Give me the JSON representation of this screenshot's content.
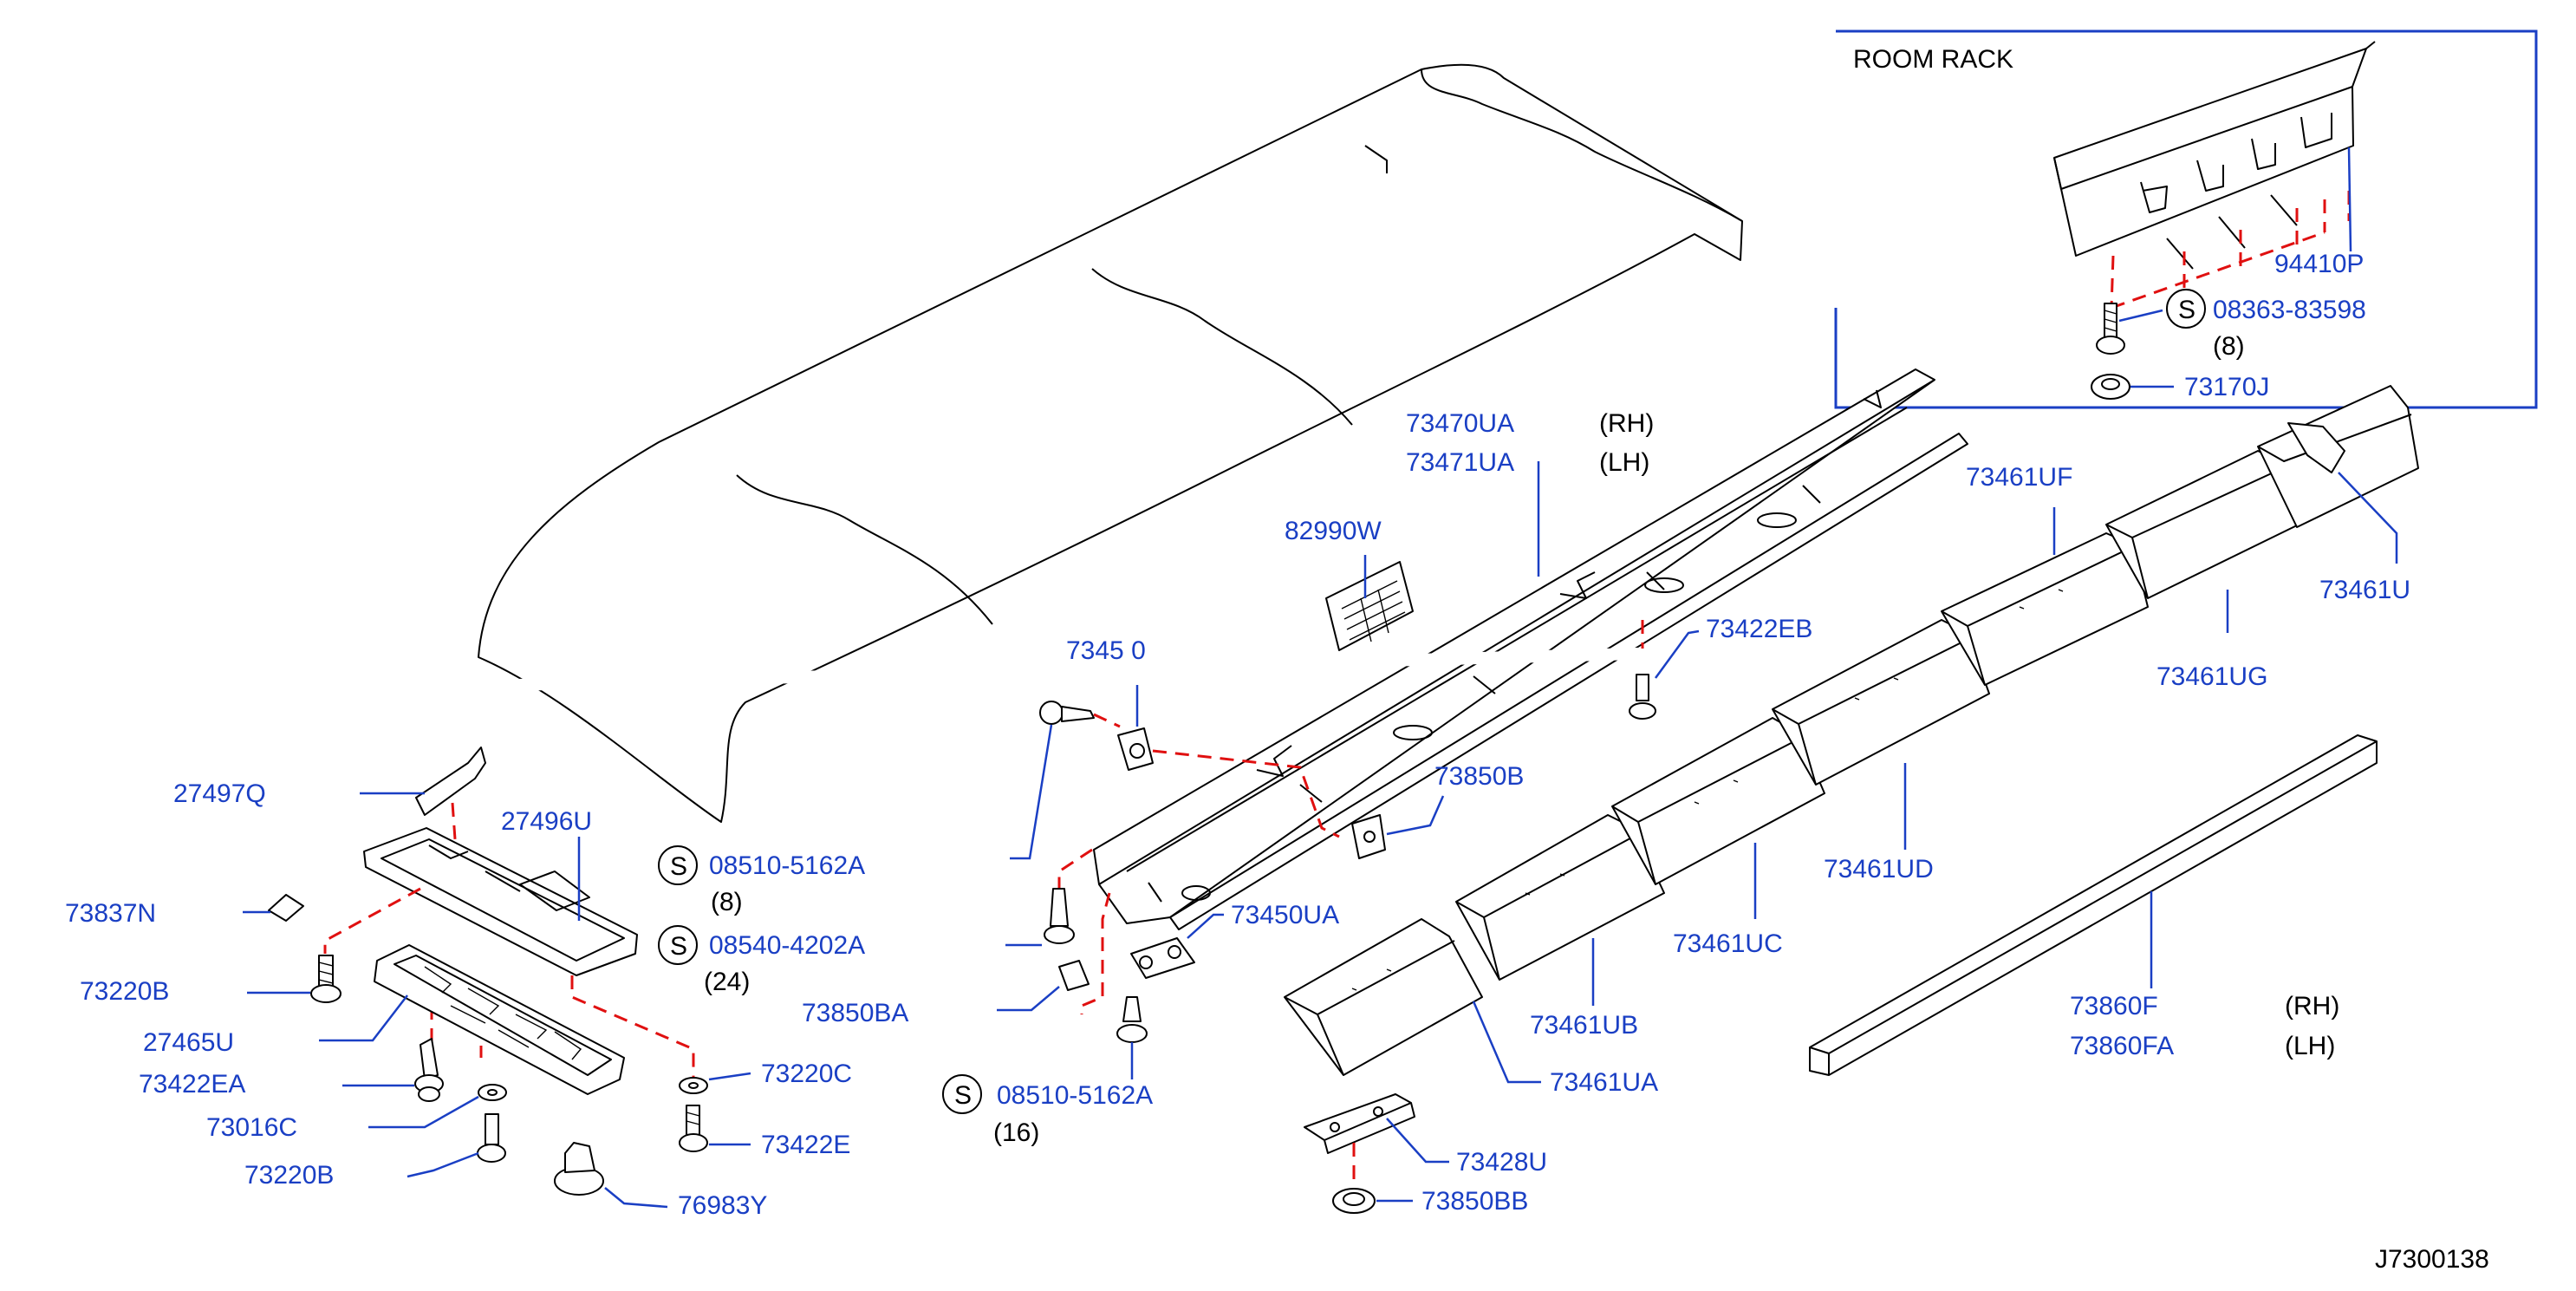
{
  "inset": {
    "title": "ROOM   RACK"
  },
  "parts": {
    "p94410P": "94410P",
    "p08363": "08363-83598",
    "q08363": "(8)",
    "p73170J": "73170J",
    "p73470UA": "73470UA",
    "p73471UA": "73471UA",
    "rh1": "(RH)",
    "lh1": "(LH)",
    "p73461UF": "73461UF",
    "p73461U": "73461U",
    "p82990W": "82990W",
    "p7345_top": "7345 0",
    "p73422EB": "73422EB",
    "p73461UG": "73461UG",
    "p73850B": "73850B",
    "p27497Q": "27497Q",
    "p27496U": "27496U",
    "p08510_1": "08510-5162A",
    "q08510_1": "(8)",
    "p08540": "08540-4202A",
    "q08540": "(24)",
    "p73837N": "73837N",
    "p73220B_1": "73220B",
    "p27465U": "27465U",
    "p73422EA": "73422EA",
    "p73016C": "73016C",
    "p73220B_2": "73220B",
    "p76983Y": "76983Y",
    "p73220C": "73220C",
    "p73422E": "73422E",
    "p73450UA": "73450UA",
    "p73850BA": "73850BA",
    "p08510_2": "08510-5162A",
    "q08510_2": "(16)",
    "p73461UD": "73461UD",
    "p73461UC": "73461UC",
    "p73461UB": "73461UB",
    "p73461UA": "73461UA",
    "p73428U": "73428U",
    "p73850BB": "73850BB",
    "p73860F": "73860F",
    "p73860FA": "73860FA",
    "rh2": "(RH)",
    "lh2": "(LH)"
  },
  "symbols": {
    "s": "S"
  },
  "footer": {
    "code": "J7300138"
  }
}
